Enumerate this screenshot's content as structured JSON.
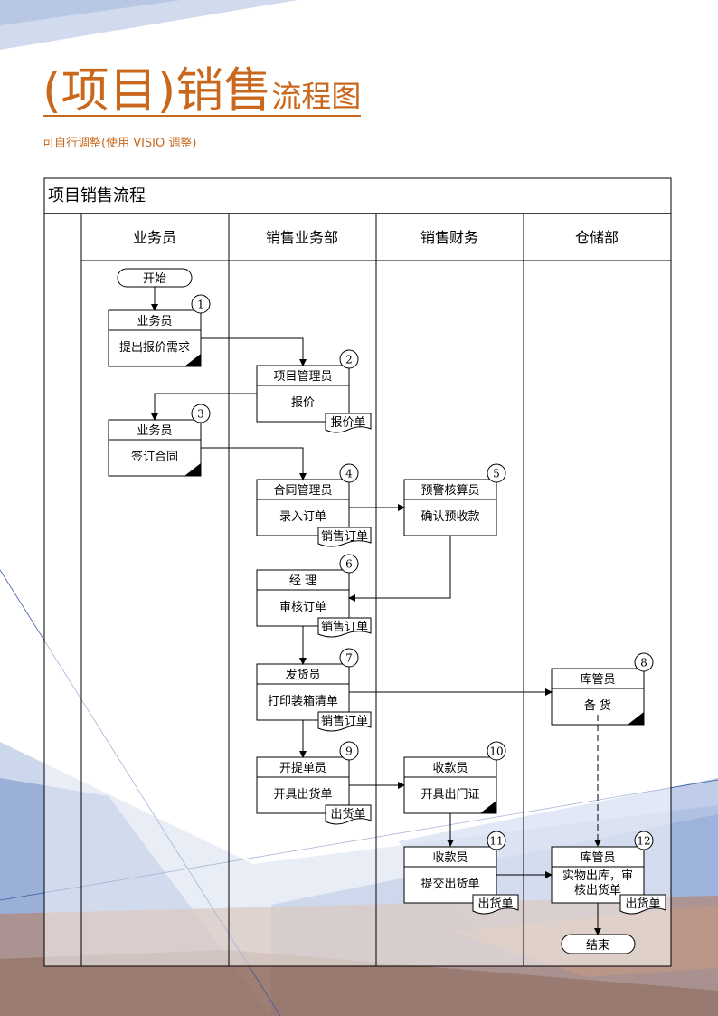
{
  "page": {
    "title_main": "(项目)销售",
    "title_tail": "流程图",
    "subtitle": "可自行调整(使用 VISIO 调整)",
    "colors": {
      "accent": "#c9681c",
      "line": "#000000",
      "bg_blue": "#6f8ec5",
      "bg_brown": "#a7806a"
    }
  },
  "flow": {
    "title": "项目销售流程",
    "lanes": [
      "业务员",
      "销售业务部",
      "销售财务",
      "仓储部"
    ],
    "start": "开始",
    "end": "结束",
    "steps": [
      {
        "num": "1",
        "role": "业务员",
        "action": "提出报价需求"
      },
      {
        "num": "2",
        "role": "项目管理员",
        "action": "报价",
        "doc": "报价单"
      },
      {
        "num": "3",
        "role": "业务员",
        "action": "签订合同"
      },
      {
        "num": "4",
        "role": "合同管理员",
        "action": "录入订单",
        "doc": "销售订单"
      },
      {
        "num": "5",
        "role": "预警核算员",
        "action": "确认预收款"
      },
      {
        "num": "6",
        "role": "经  理",
        "action": "审核订单",
        "doc": "销售订单"
      },
      {
        "num": "7",
        "role": "发货员",
        "action": "打印装箱清单",
        "doc": "销售订单"
      },
      {
        "num": "8",
        "role": "库管员",
        "action": "备  货"
      },
      {
        "num": "9",
        "role": "开提单员",
        "action": "开具出货单",
        "doc": "出货单"
      },
      {
        "num": "10",
        "role": "收款员",
        "action": "开具出门证"
      },
      {
        "num": "11",
        "role": "收款员",
        "action": "提交出货单",
        "doc": "出货单"
      },
      {
        "num": "12",
        "role": "库管员",
        "action": "实物出库，审",
        "action2": "核出货单",
        "doc": "出货单"
      }
    ]
  }
}
